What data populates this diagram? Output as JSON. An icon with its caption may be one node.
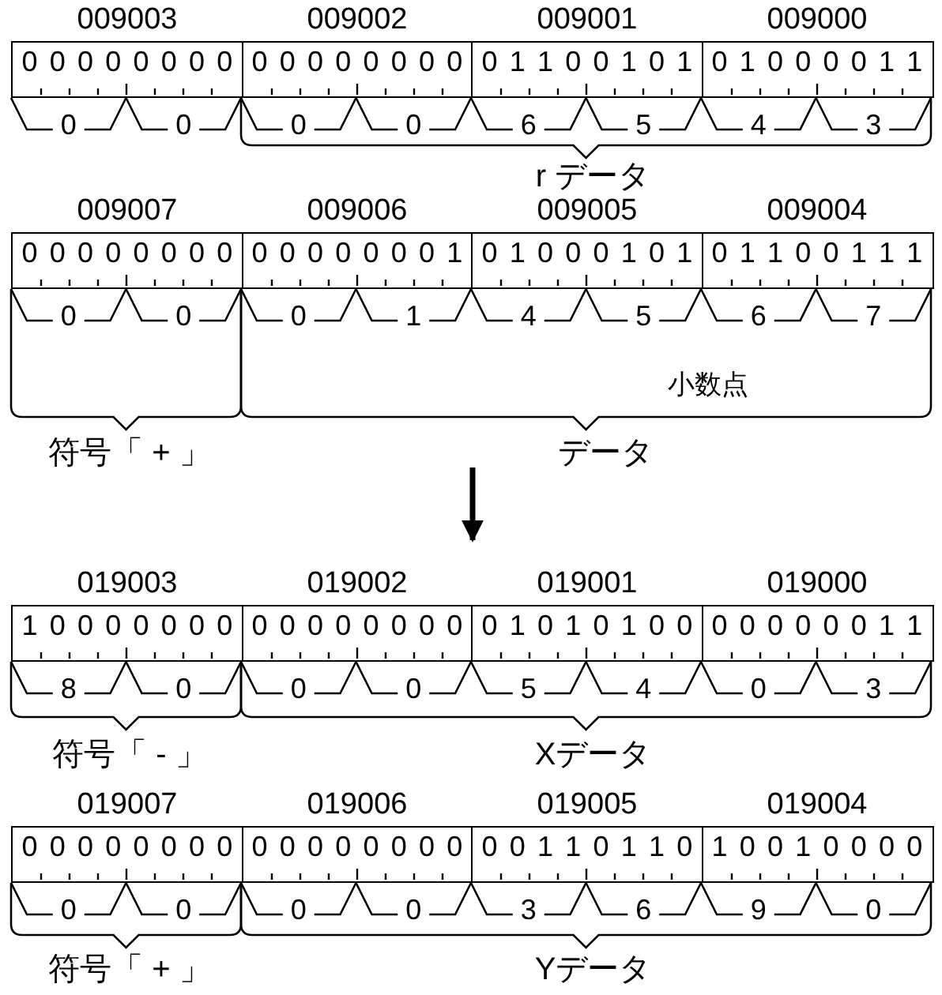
{
  "diagram": {
    "nodes": [
      {
        "text": [
          "009003",
          "0 0 0 0 0 0 0 0"
        ]
      },
      {
        "text": [
          "009002",
          "0 0 0 0 0 0 0 0"
        ]
      },
      {
        "text": [
          "009001",
          "0 1 1 0 0 1 0 1"
        ]
      },
      {
        "text": [
          "009000",
          "0 1 0 0 0 0 1 1"
        ]
      },
      {
        "text": [
          "009007",
          "0 0 0 0 0 0 0 0"
        ]
      },
      {
        "text": [
          "009006",
          "0 0 0 0 0 0 0 1"
        ]
      },
      {
        "text": [
          "009005",
          "0 1 0 0 0 1 0 1"
        ]
      },
      {
        "text": [
          "009004",
          "0 1 1 0 0 1 1 1"
        ]
      },
      {
        "text": [
          "019003",
          "1 0 0 0 0 0 0 0"
        ]
      },
      {
        "text": [
          "019002",
          "0 0 0 0 0 0 0 0"
        ]
      },
      {
        "text": [
          "019001",
          "0 1 0 1 0 1 0 0"
        ]
      },
      {
        "text": [
          "019000",
          "0 0 0 0 0 0 1 1"
        ]
      },
      {
        "text": [
          "019007",
          "0 0 0 0 0 0 0 0"
        ]
      },
      {
        "text": [
          "019006",
          "0 0 0 0 0 0 0 0"
        ]
      },
      {
        "text": [
          "019005",
          "0 0 1 1 0 1 1 0"
        ]
      },
      {
        "text": [
          "019004",
          "1 0 0 1 0 0 0 0"
        ]
      }
    ],
    "labels": [
      "0",
      "0",
      "0",
      "0",
      "6",
      "5",
      "4",
      "3",
      "r データ",
      "0",
      "0",
      "0",
      "1",
      "4",
      "5",
      "6",
      "7",
      "小数点",
      "符号「 + 」",
      "データ",
      "8",
      "0",
      "0",
      "0",
      "5",
      "4",
      "0",
      "3",
      "符号「 - 」",
      "Xデータ",
      "0",
      "0",
      "0",
      "0",
      "3",
      "6",
      "9",
      "0",
      "符号「 + 」",
      "Yデータ"
    ]
  }
}
